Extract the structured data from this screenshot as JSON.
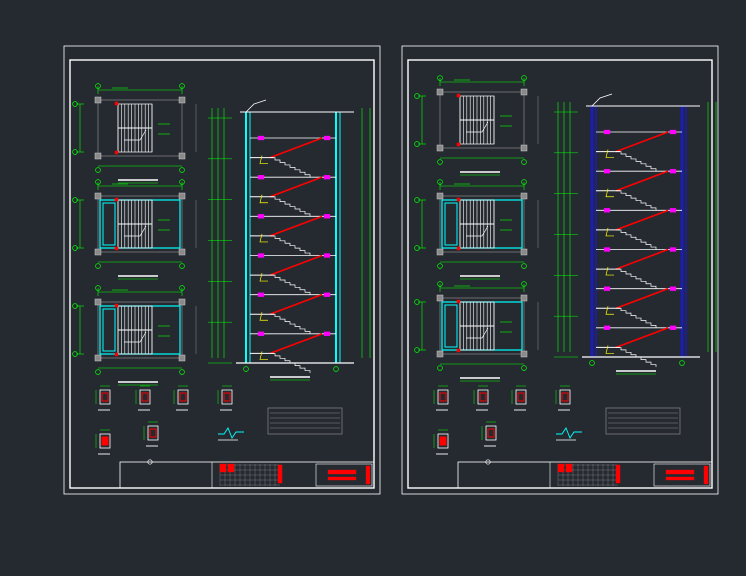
{
  "canvas": {
    "background": "#252a31"
  },
  "palette": {
    "frame": "#ffffff",
    "dim": "#00ff00",
    "wall": "#00ffff",
    "hatch": "#ffffff",
    "section": "#ff0000",
    "detail": "#ff00ff",
    "blue": "#1414ff",
    "yellow": "#ffff00",
    "gray": "#888888"
  },
  "sheets": [
    {
      "id": "left",
      "plan_style": "cyan-landing",
      "section_style": "cyan-walls"
    },
    {
      "id": "right",
      "plan_style": "white-hatch",
      "section_style": "blue-walls"
    }
  ],
  "icons": [
    "north-arrow-icon",
    "axis-bubble-icon",
    "stair-break-icon"
  ]
}
